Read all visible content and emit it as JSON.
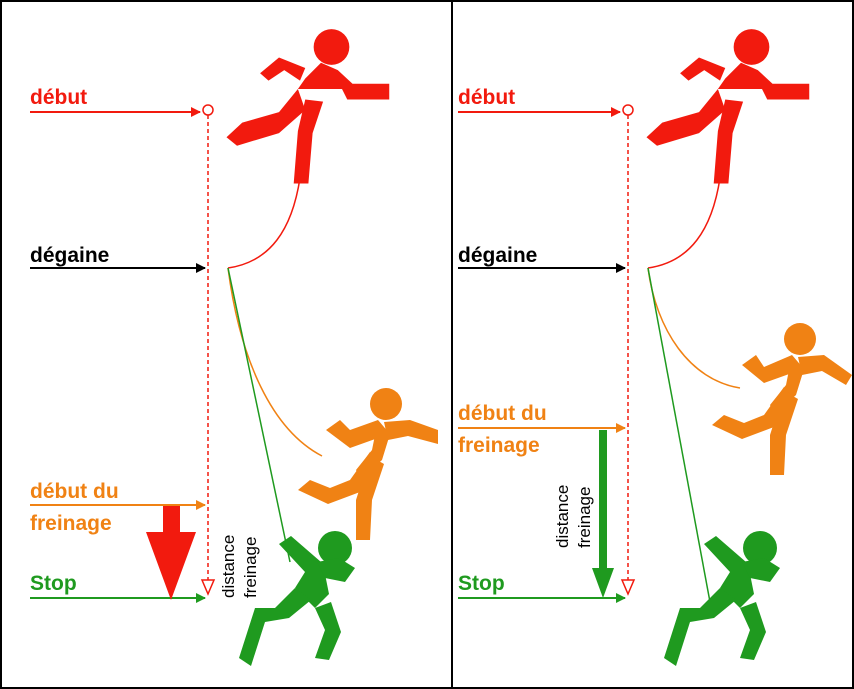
{
  "colors": {
    "red": "#f21a0e",
    "orange": "#f08214",
    "green": "#1f9a1f",
    "black": "#000000",
    "border": "#000000"
  },
  "left_panel": {
    "label_debut": "début",
    "label_degaine": "dégaine",
    "label_debut_freinage_1": "début du",
    "label_debut_freinage_2": "freinage",
    "label_stop": "Stop",
    "distance_label_1": "distance",
    "distance_label_2": "freinage"
  },
  "right_panel": {
    "label_debut": "début",
    "label_degaine": "dégaine",
    "label_debut_freinage_1": "début du",
    "label_debut_freinage_2": "freinage",
    "label_stop": "Stop",
    "distance_label_1": "distance",
    "distance_label_2": "freinage"
  },
  "icons": [
    "climber-figure-red",
    "climber-figure-orange",
    "climber-figure-green",
    "arrow",
    "ring-marker"
  ]
}
